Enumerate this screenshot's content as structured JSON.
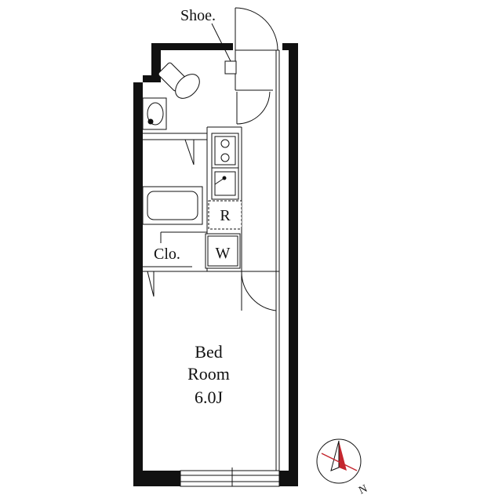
{
  "labels": {
    "shoe": "Shoe.",
    "closet": "Clo.",
    "refrigerator": "R",
    "washer": "W",
    "room_name_line1": "Bed",
    "room_name_line2": "Room",
    "room_size": "6.0J"
  },
  "compass": {
    "north_label": "N"
  }
}
